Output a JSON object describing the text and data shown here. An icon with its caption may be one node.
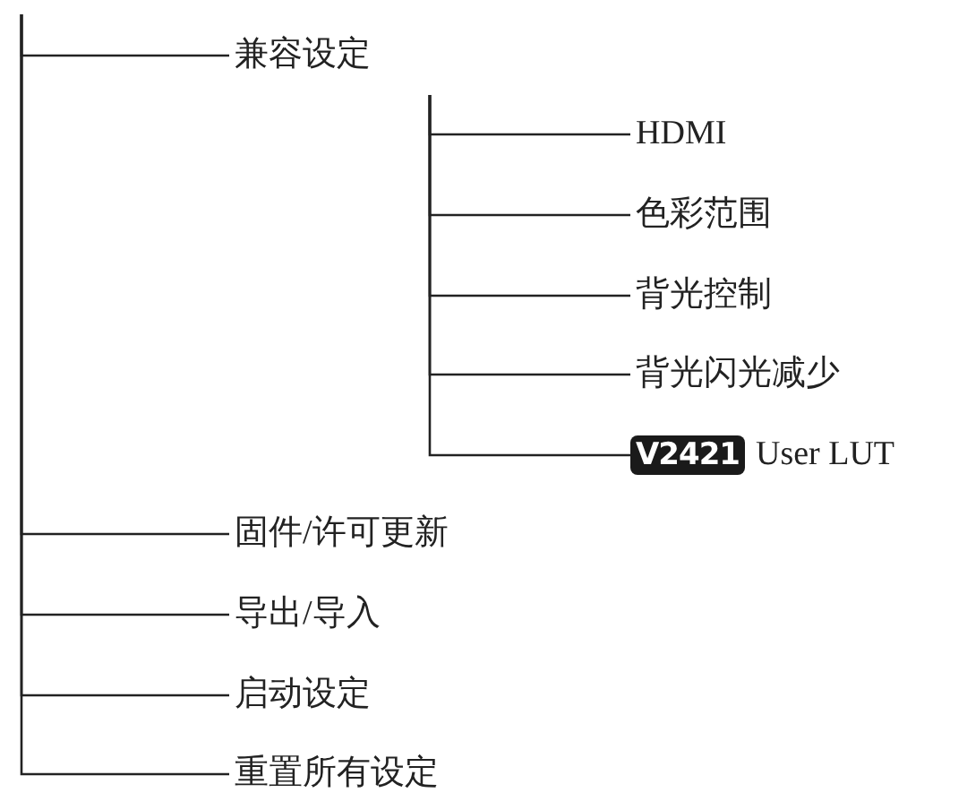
{
  "diagram": {
    "nodes": [
      {
        "text": [
          "兼容设定"
        ]
      },
      {
        "text": [
          "HDMI"
        ]
      },
      {
        "text": [
          "色彩范围"
        ]
      },
      {
        "text": [
          "背光控制"
        ]
      },
      {
        "text": [
          "背光闪光减少"
        ]
      },
      {
        "text": [
          "V2421",
          "User LUT"
        ]
      },
      {
        "text": [
          "固件/许可更新"
        ]
      },
      {
        "text": [
          "导出/导入"
        ]
      },
      {
        "text": [
          "启动设定"
        ]
      },
      {
        "text": [
          "重置所有设定"
        ]
      }
    ],
    "edges": [
      {
        "from": null,
        "to": 0,
        "arrow": "none"
      },
      {
        "from": 0,
        "to": 1,
        "arrow": "none"
      },
      {
        "from": 0,
        "to": 2,
        "arrow": "none"
      },
      {
        "from": 0,
        "to": 3,
        "arrow": "none"
      },
      {
        "from": 0,
        "to": 4,
        "arrow": "none"
      },
      {
        "from": 0,
        "to": 5,
        "arrow": "none"
      },
      {
        "from": null,
        "to": 6,
        "arrow": "none"
      },
      {
        "from": null,
        "to": 7,
        "arrow": "none"
      },
      {
        "from": null,
        "to": 8,
        "arrow": "none"
      },
      {
        "from": null,
        "to": 9,
        "arrow": "none"
      }
    ]
  }
}
